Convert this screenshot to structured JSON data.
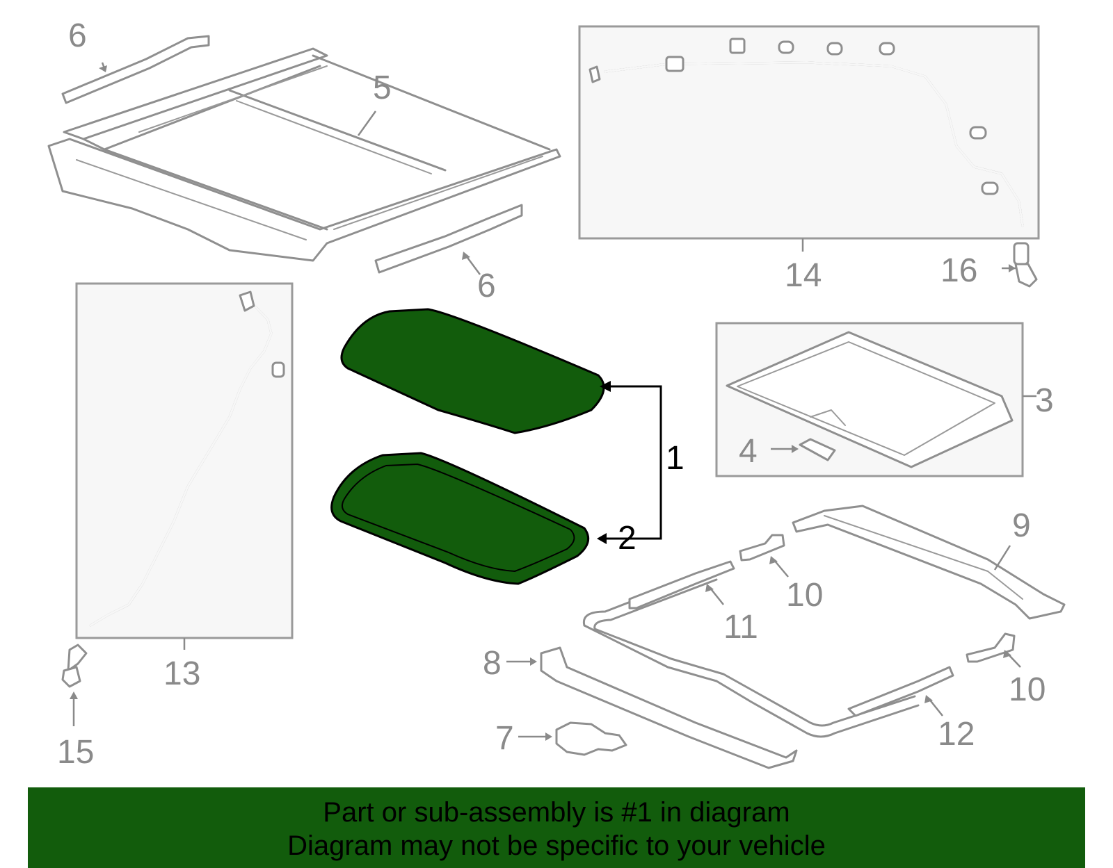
{
  "callouts": {
    "c1": "1",
    "c2": "2",
    "c3": "3",
    "c4": "4",
    "c5": "5",
    "c6a": "6",
    "c6b": "6",
    "c7": "7",
    "c8": "8",
    "c9": "9",
    "c10a": "10",
    "c10b": "10",
    "c11": "11",
    "c12": "12",
    "c13": "13",
    "c14": "14",
    "c15": "15",
    "c16": "16"
  },
  "banner": {
    "line1": "Part or sub-assembly is #1 in diagram",
    "line2": "Diagram may not be specific to your vehicle"
  },
  "colors": {
    "highlight": "#125c0c",
    "outline": "#8f8f8f"
  }
}
